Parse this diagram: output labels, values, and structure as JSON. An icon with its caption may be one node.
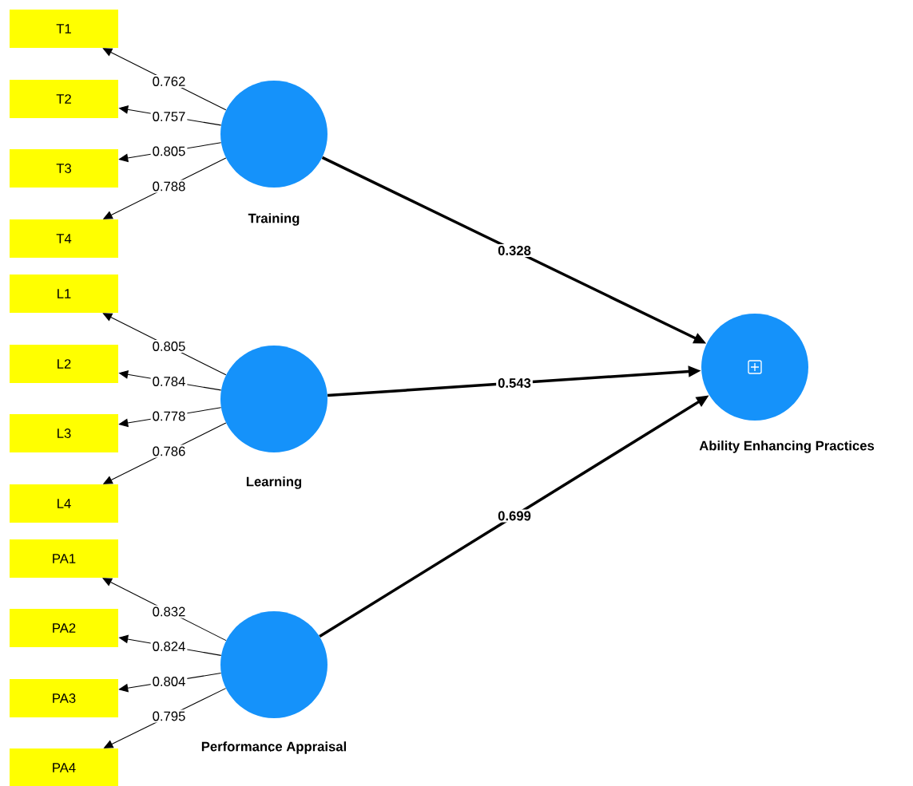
{
  "diagram": {
    "nodes": [
      {
        "text": [
          "Training"
        ]
      },
      {
        "text": [
          "T1"
        ]
      },
      {
        "text": [
          "T2"
        ]
      },
      {
        "text": [
          "T3"
        ]
      },
      {
        "text": [
          "T4"
        ]
      },
      {
        "text": [
          "Learning"
        ]
      },
      {
        "text": [
          "L1"
        ]
      },
      {
        "text": [
          "L2"
        ]
      },
      {
        "text": [
          "L3"
        ]
      },
      {
        "text": [
          "L4"
        ]
      },
      {
        "text": [
          "Performance Appraisal"
        ]
      },
      {
        "text": [
          "PA1"
        ]
      },
      {
        "text": [
          "PA2"
        ]
      },
      {
        "text": [
          "PA3"
        ]
      },
      {
        "text": [
          "PA4"
        ]
      },
      {
        "text": [
          "Ability Enhancing Practices"
        ]
      }
    ],
    "edges": [
      {
        "from": 0,
        "to": 1,
        "arrow": "to",
        "label": "0.762"
      },
      {
        "from": 0,
        "to": 2,
        "arrow": "to",
        "label": "0.757"
      },
      {
        "from": 0,
        "to": 3,
        "arrow": "to",
        "label": "0.805"
      },
      {
        "from": 0,
        "to": 4,
        "arrow": "to",
        "label": "0.788"
      },
      {
        "from": 5,
        "to": 6,
        "arrow": "to",
        "label": "0.805"
      },
      {
        "from": 5,
        "to": 7,
        "arrow": "to",
        "label": "0.784"
      },
      {
        "from": 5,
        "to": 8,
        "arrow": "to",
        "label": "0.778"
      },
      {
        "from": 5,
        "to": 9,
        "arrow": "to",
        "label": "0.786"
      },
      {
        "from": 10,
        "to": 11,
        "arrow": "to",
        "label": "0.832"
      },
      {
        "from": 10,
        "to": 12,
        "arrow": "to",
        "label": "0.824"
      },
      {
        "from": 10,
        "to": 13,
        "arrow": "to",
        "label": "0.804"
      },
      {
        "from": 10,
        "to": 14,
        "arrow": "to",
        "label": "0.795"
      },
      {
        "from": 0,
        "to": 15,
        "arrow": "to",
        "label": "0.328",
        "style": "thick"
      },
      {
        "from": 5,
        "to": 15,
        "arrow": "to",
        "label": "0.543",
        "style": "thick"
      },
      {
        "from": 10,
        "to": 15,
        "arrow": "to",
        "label": "0.699",
        "style": "thick"
      }
    ]
  }
}
